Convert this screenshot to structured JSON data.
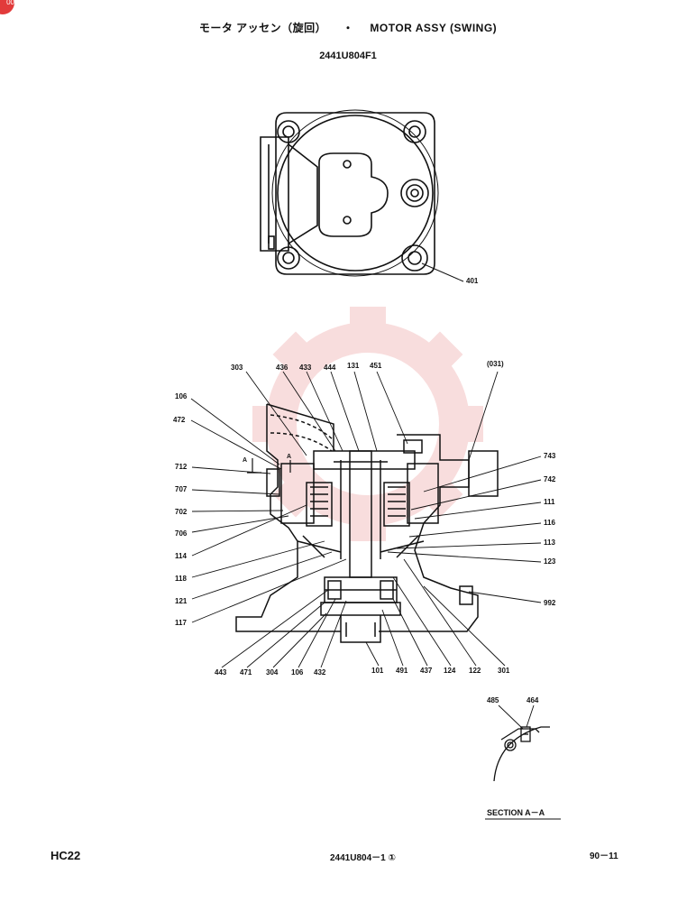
{
  "title": {
    "japanese": "モータ アッセン（旋回）",
    "separator": "・",
    "english": "MOTOR ASSY (SWING)"
  },
  "doc_number": "2441U804F1",
  "badge": "00",
  "parts": {
    "p401": "401",
    "p303": "303",
    "p436": "436",
    "p433": "433",
    "p444": "444",
    "p131": "131",
    "p451": "451",
    "p031": "(031)",
    "p106a": "106",
    "p472": "472",
    "p712": "712",
    "p707": "707",
    "p702": "702",
    "p706": "706",
    "p114": "114",
    "p118": "118",
    "p121": "121",
    "p117": "117",
    "p743": "743",
    "p742": "742",
    "p111": "111",
    "p116": "116",
    "p113": "113",
    "p123": "123",
    "p992": "992",
    "p443": "443",
    "p471": "471",
    "p304": "304",
    "p106b": "106",
    "p432": "432",
    "p101": "101",
    "p491": "491",
    "p437": "437",
    "p124": "124",
    "p122": "122",
    "p301": "301",
    "p485": "485",
    "p464": "464",
    "sectionA1": "A",
    "sectionA2": "A"
  },
  "section_label": "SECTION  A－A",
  "footer": {
    "model": "HC22",
    "page_code": "2441U804－1 ①",
    "page_number": "90－11"
  },
  "watermark_color": "#f2b8b8"
}
